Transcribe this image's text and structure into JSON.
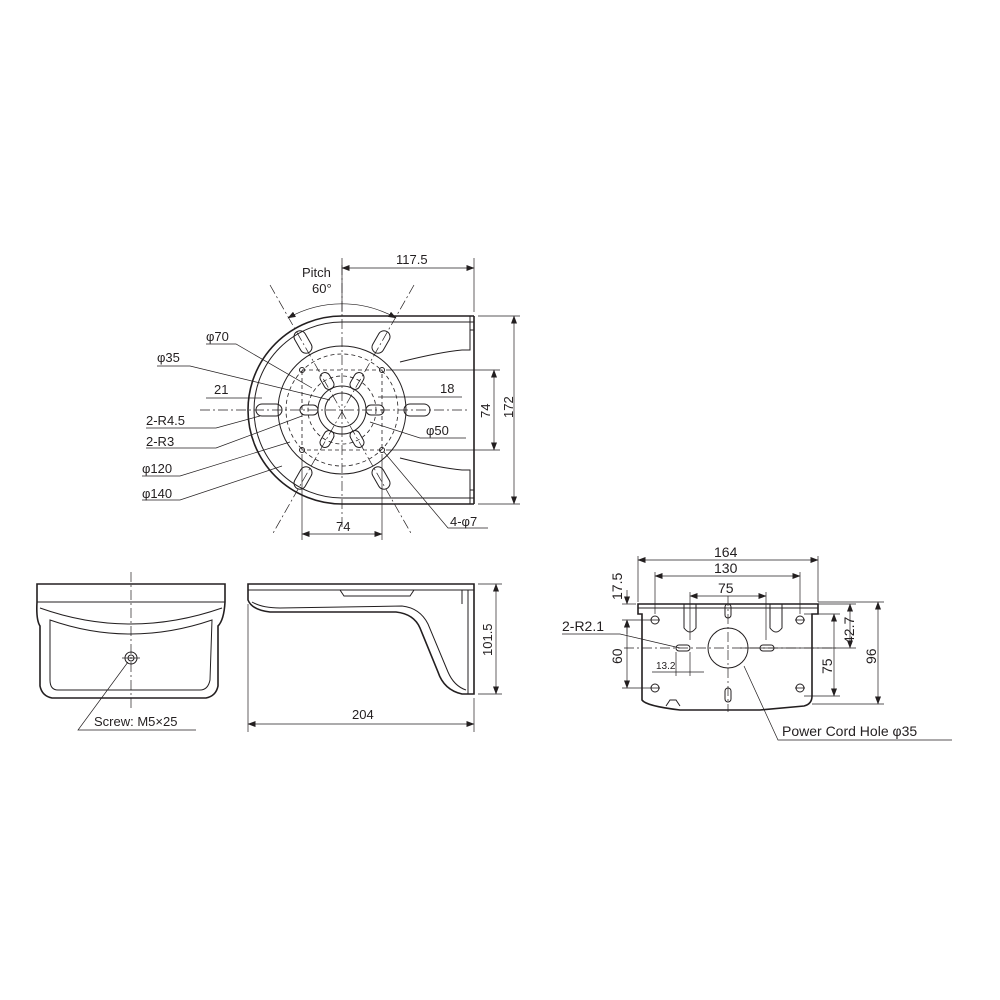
{
  "top_view": {
    "pitch": "Pitch",
    "pitch_angle": "60°",
    "dim_width": "117.5",
    "dim_height": "172",
    "dim_74_vertical": "74",
    "dim_74_horizontal": "74",
    "dim_18": "18",
    "dim_21": "21",
    "phi70": "φ70",
    "phi35": "φ35",
    "phi50": "φ50",
    "r45": "2-R4.5",
    "r3": "2-R3",
    "phi120": "φ120",
    "phi140": "φ140",
    "holes": "4-φ7"
  },
  "front_view": {
    "screw": "Screw: M5×25"
  },
  "side_view": {
    "dim_length": "204",
    "dim_height": "101.5"
  },
  "back_view": {
    "dim_164": "164",
    "dim_130": "130",
    "dim_75_h": "75",
    "dim_17_5": "17.5",
    "dim_60": "60",
    "dim_13_2": "13.2",
    "dim_42_7": "42.7",
    "dim_75_v": "75",
    "dim_96": "96",
    "r21": "2-R2.1",
    "cord_hole": "Power Cord Hole φ35"
  }
}
